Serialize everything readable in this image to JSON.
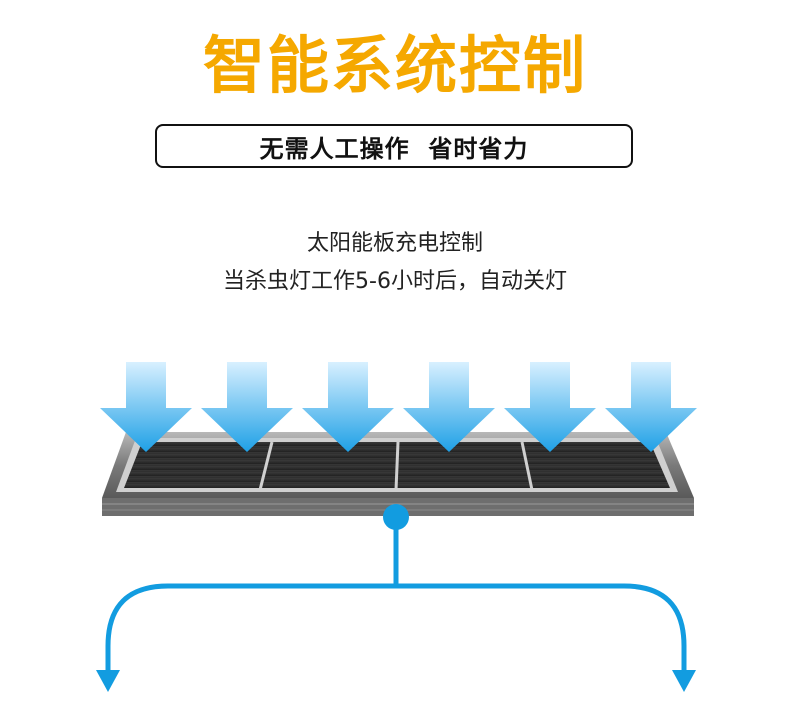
{
  "headline": {
    "text": "智能系统控制",
    "color": "#f5a800"
  },
  "tagline": {
    "text": "无需人工操作  省时省力"
  },
  "description": {
    "line1": "太阳能板充电控制",
    "line2": "当杀虫灯工作5-6小时后，自动关灯"
  },
  "colors": {
    "arrow_top": "#d8f0ff",
    "arrow_bottom": "#1ea0e6",
    "flow_line": "#129ce0",
    "panel_frame": "#8a8a8a",
    "panel_cells": "#2b2b2b"
  },
  "icons": {
    "sunlight_arrows": "down-arrow-icon",
    "branch_arrows": "down-arrow-icon"
  }
}
